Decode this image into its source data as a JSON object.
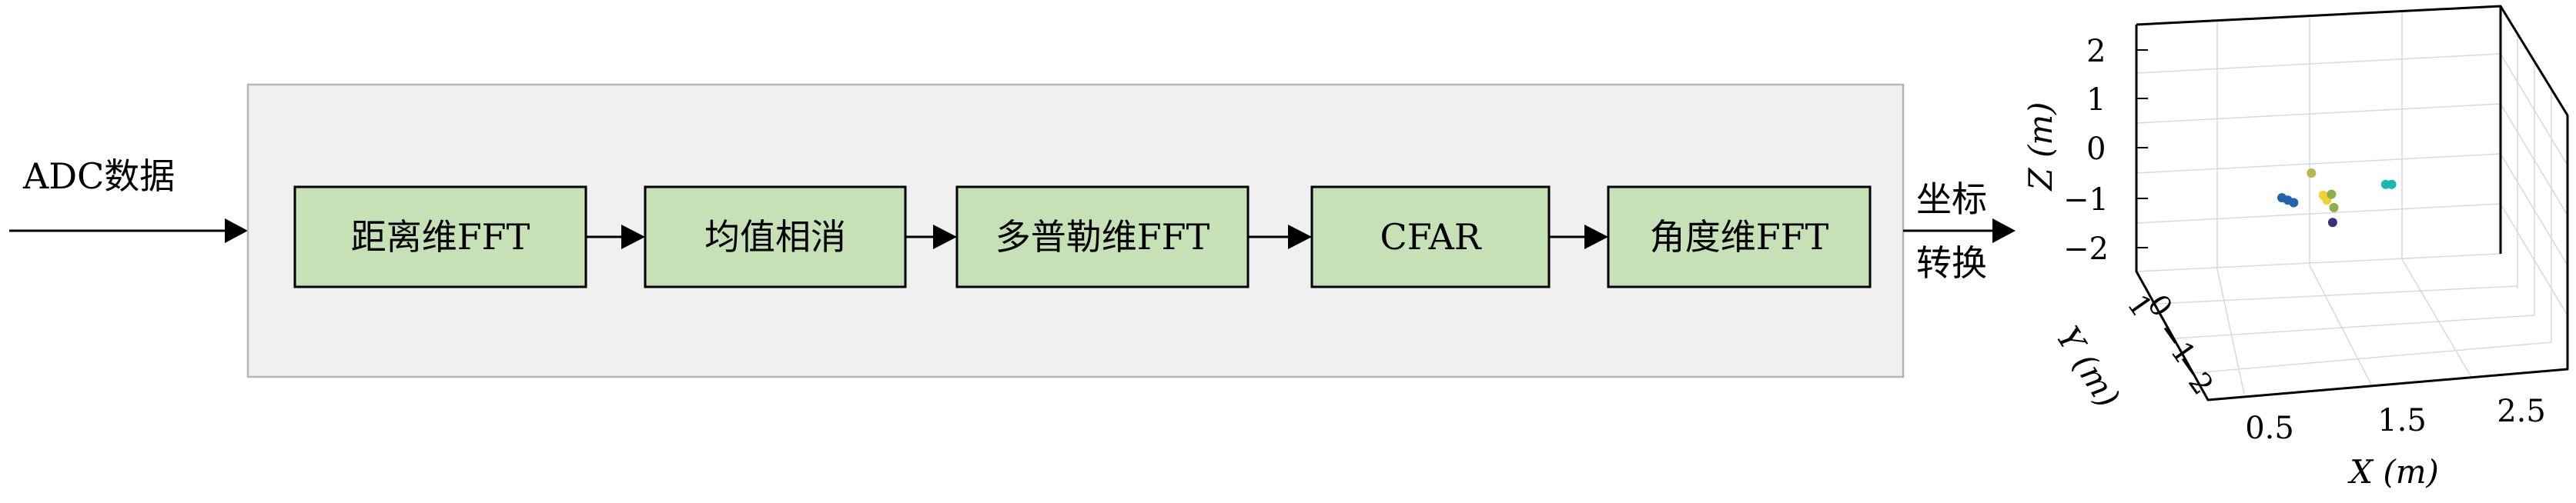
{
  "input_label": "ADC数据",
  "pipeline": [
    {
      "id": "range-fft",
      "label": "距离维FFT"
    },
    {
      "id": "mean-cancel",
      "label": "均值相消"
    },
    {
      "id": "doppler-fft",
      "label": "多普勒维FFT"
    },
    {
      "id": "cfar",
      "label": "CFAR"
    },
    {
      "id": "angle-fft",
      "label": "角度维FFT"
    }
  ],
  "transform_label": [
    "坐标",
    "转换"
  ],
  "chart_data": {
    "type": "scatter",
    "projection": "3d",
    "xlabel": "X (m)",
    "ylabel": "Y (m)",
    "zlabel": "Z (m)",
    "x_ticks": [
      "0.5",
      "1.5",
      "2.5"
    ],
    "y_ticks": [
      "1",
      "0",
      "−1",
      "−2"
    ],
    "z_ticks": [
      "2",
      "1",
      "0",
      "−1",
      "−2"
    ],
    "xlim": [
      0,
      3
    ],
    "ylim": [
      -2.5,
      1.5
    ],
    "zlim": [
      -2.5,
      2.5
    ],
    "grid": true,
    "points": [
      {
        "x": 1.2,
        "y": 0.0,
        "z": -0.85,
        "color": "#2166ac"
      },
      {
        "x": 1.25,
        "y": 0.0,
        "z": -0.9,
        "color": "#2166ac"
      },
      {
        "x": 1.3,
        "y": 0.0,
        "z": -0.95,
        "color": "#2166ac"
      },
      {
        "x": 1.45,
        "y": 0.0,
        "z": -0.35,
        "color": "#b8b84a"
      },
      {
        "x": 1.55,
        "y": 0.0,
        "z": -0.8,
        "color": "#f2d230"
      },
      {
        "x": 1.58,
        "y": 0.0,
        "z": -0.9,
        "color": "#f2d230"
      },
      {
        "x": 1.62,
        "y": 0.0,
        "z": -0.78,
        "color": "#8ab048"
      },
      {
        "x": 1.64,
        "y": 0.0,
        "z": -1.05,
        "color": "#8ab048"
      },
      {
        "x": 1.63,
        "y": 0.0,
        "z": -1.35,
        "color": "#3b2f80"
      },
      {
        "x": 2.08,
        "y": 0.0,
        "z": -0.58,
        "color": "#1fb5b5"
      },
      {
        "x": 2.13,
        "y": 0.0,
        "z": -0.58,
        "color": "#1fb5b5"
      }
    ]
  }
}
